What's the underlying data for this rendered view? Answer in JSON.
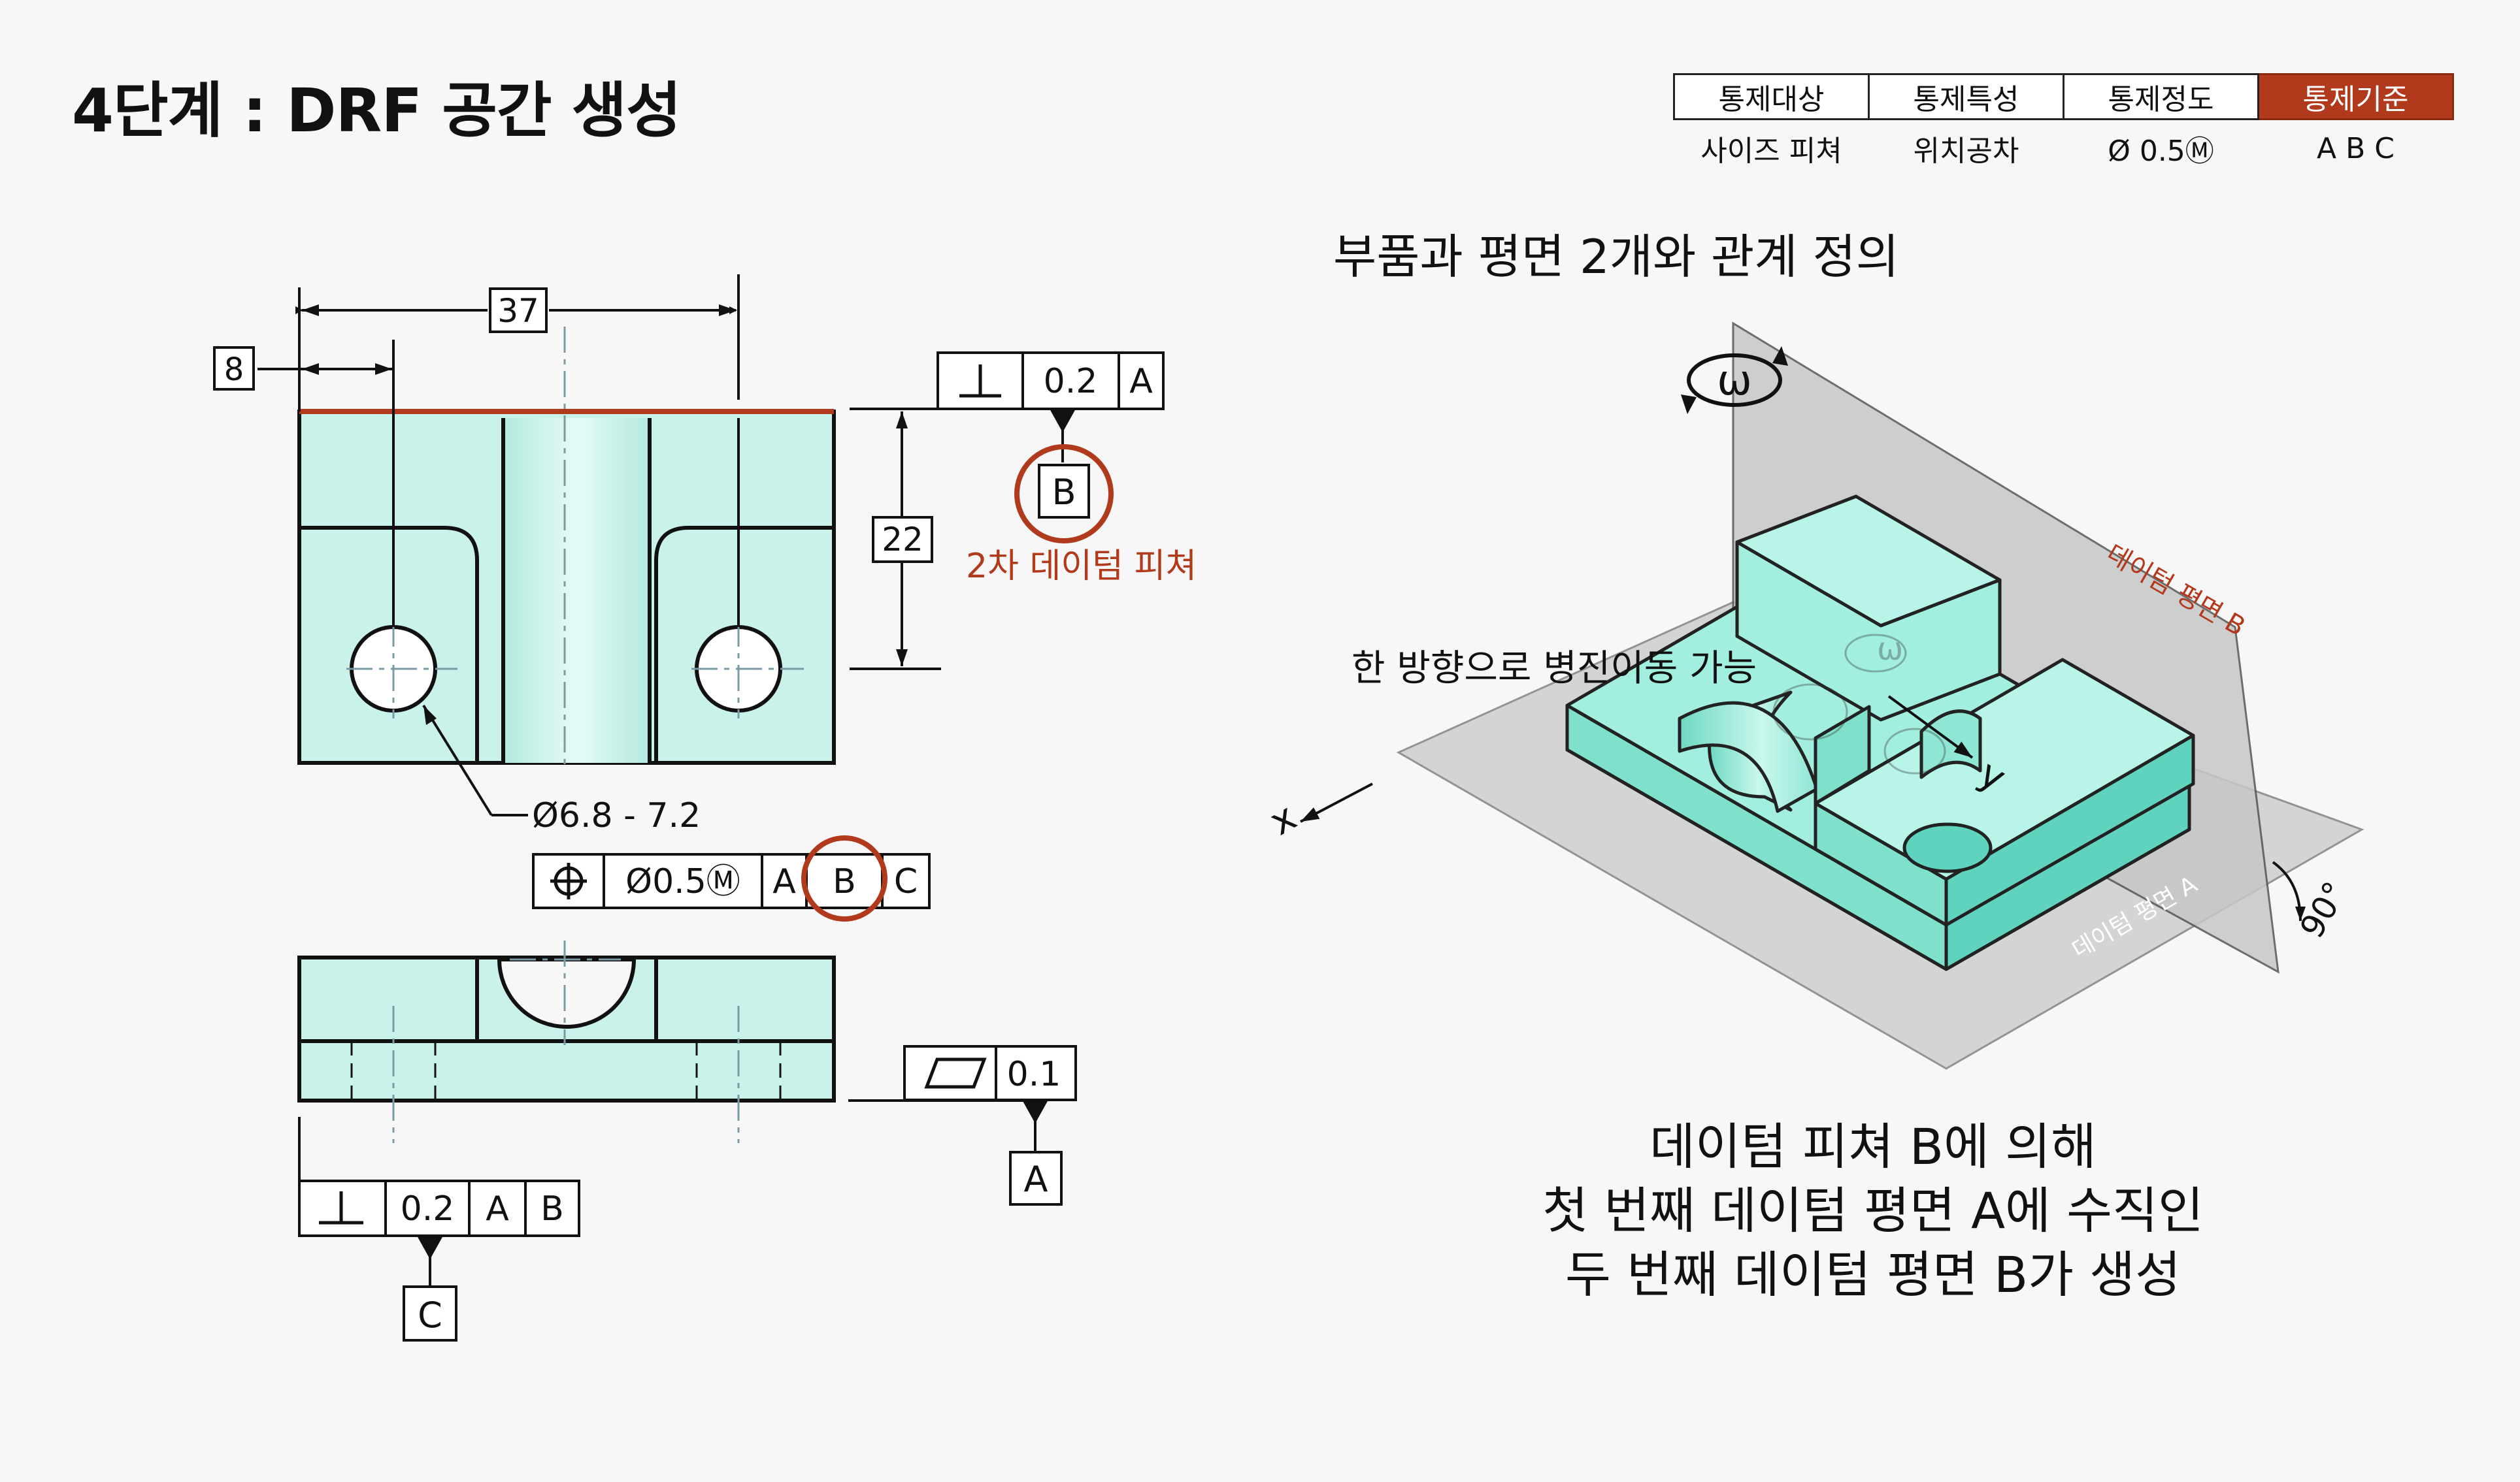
{
  "title": "4단계 : DRF 공간 생성",
  "control_table": {
    "headers": [
      "통제대상",
      "통제특성",
      "통제정도",
      "통제기준"
    ],
    "values": [
      "사이즈 피쳐",
      "위치공차",
      "Ø 0.5Ⓜ",
      "A B C"
    ],
    "highlight_color": "#b23a1c"
  },
  "drawing": {
    "dim_37": "37",
    "dim_8": "8",
    "dim_22": "22",
    "perp_fcf": {
      "symbol": "⊥",
      "tol": "0.2",
      "datum": "A"
    },
    "datum_b": "B",
    "datum_b_note": "2차 데이텀 피쳐",
    "hole_dim": "Ø6.8 - 7.2",
    "pos_fcf": {
      "symbol": "⌖",
      "tol": "Ø0.5Ⓜ",
      "d1": "A",
      "d2": "B",
      "d3": "C"
    },
    "flat_fcf": {
      "tol": "0.1"
    },
    "datum_a": "A",
    "perp2_fcf": {
      "symbol": "⊥",
      "tol": "0.2",
      "d1": "A",
      "d2": "B"
    },
    "datum_c": "C"
  },
  "iso": {
    "heading": "부품과 평면 2개와 관계 정의",
    "plane_b_label": "데이텀 평면 B",
    "plane_a_label": "데이텀 평면 A",
    "dof_note": "한 방향으로 병진이동 가능",
    "omega": "ω",
    "axis_x": "x",
    "axis_y": "y",
    "angle": "90°",
    "caption": [
      "데이텀 피쳐 B에 의해",
      "첫 번째 데이텀 평면 A에 수직인",
      "두 번째 데이텀 평면 B가 생성"
    ]
  },
  "colors": {
    "part_fill": "#c8f2ea",
    "iso_fill": "#a3efdf",
    "accent": "#b23a1c",
    "plane": "#c9c9c9"
  }
}
